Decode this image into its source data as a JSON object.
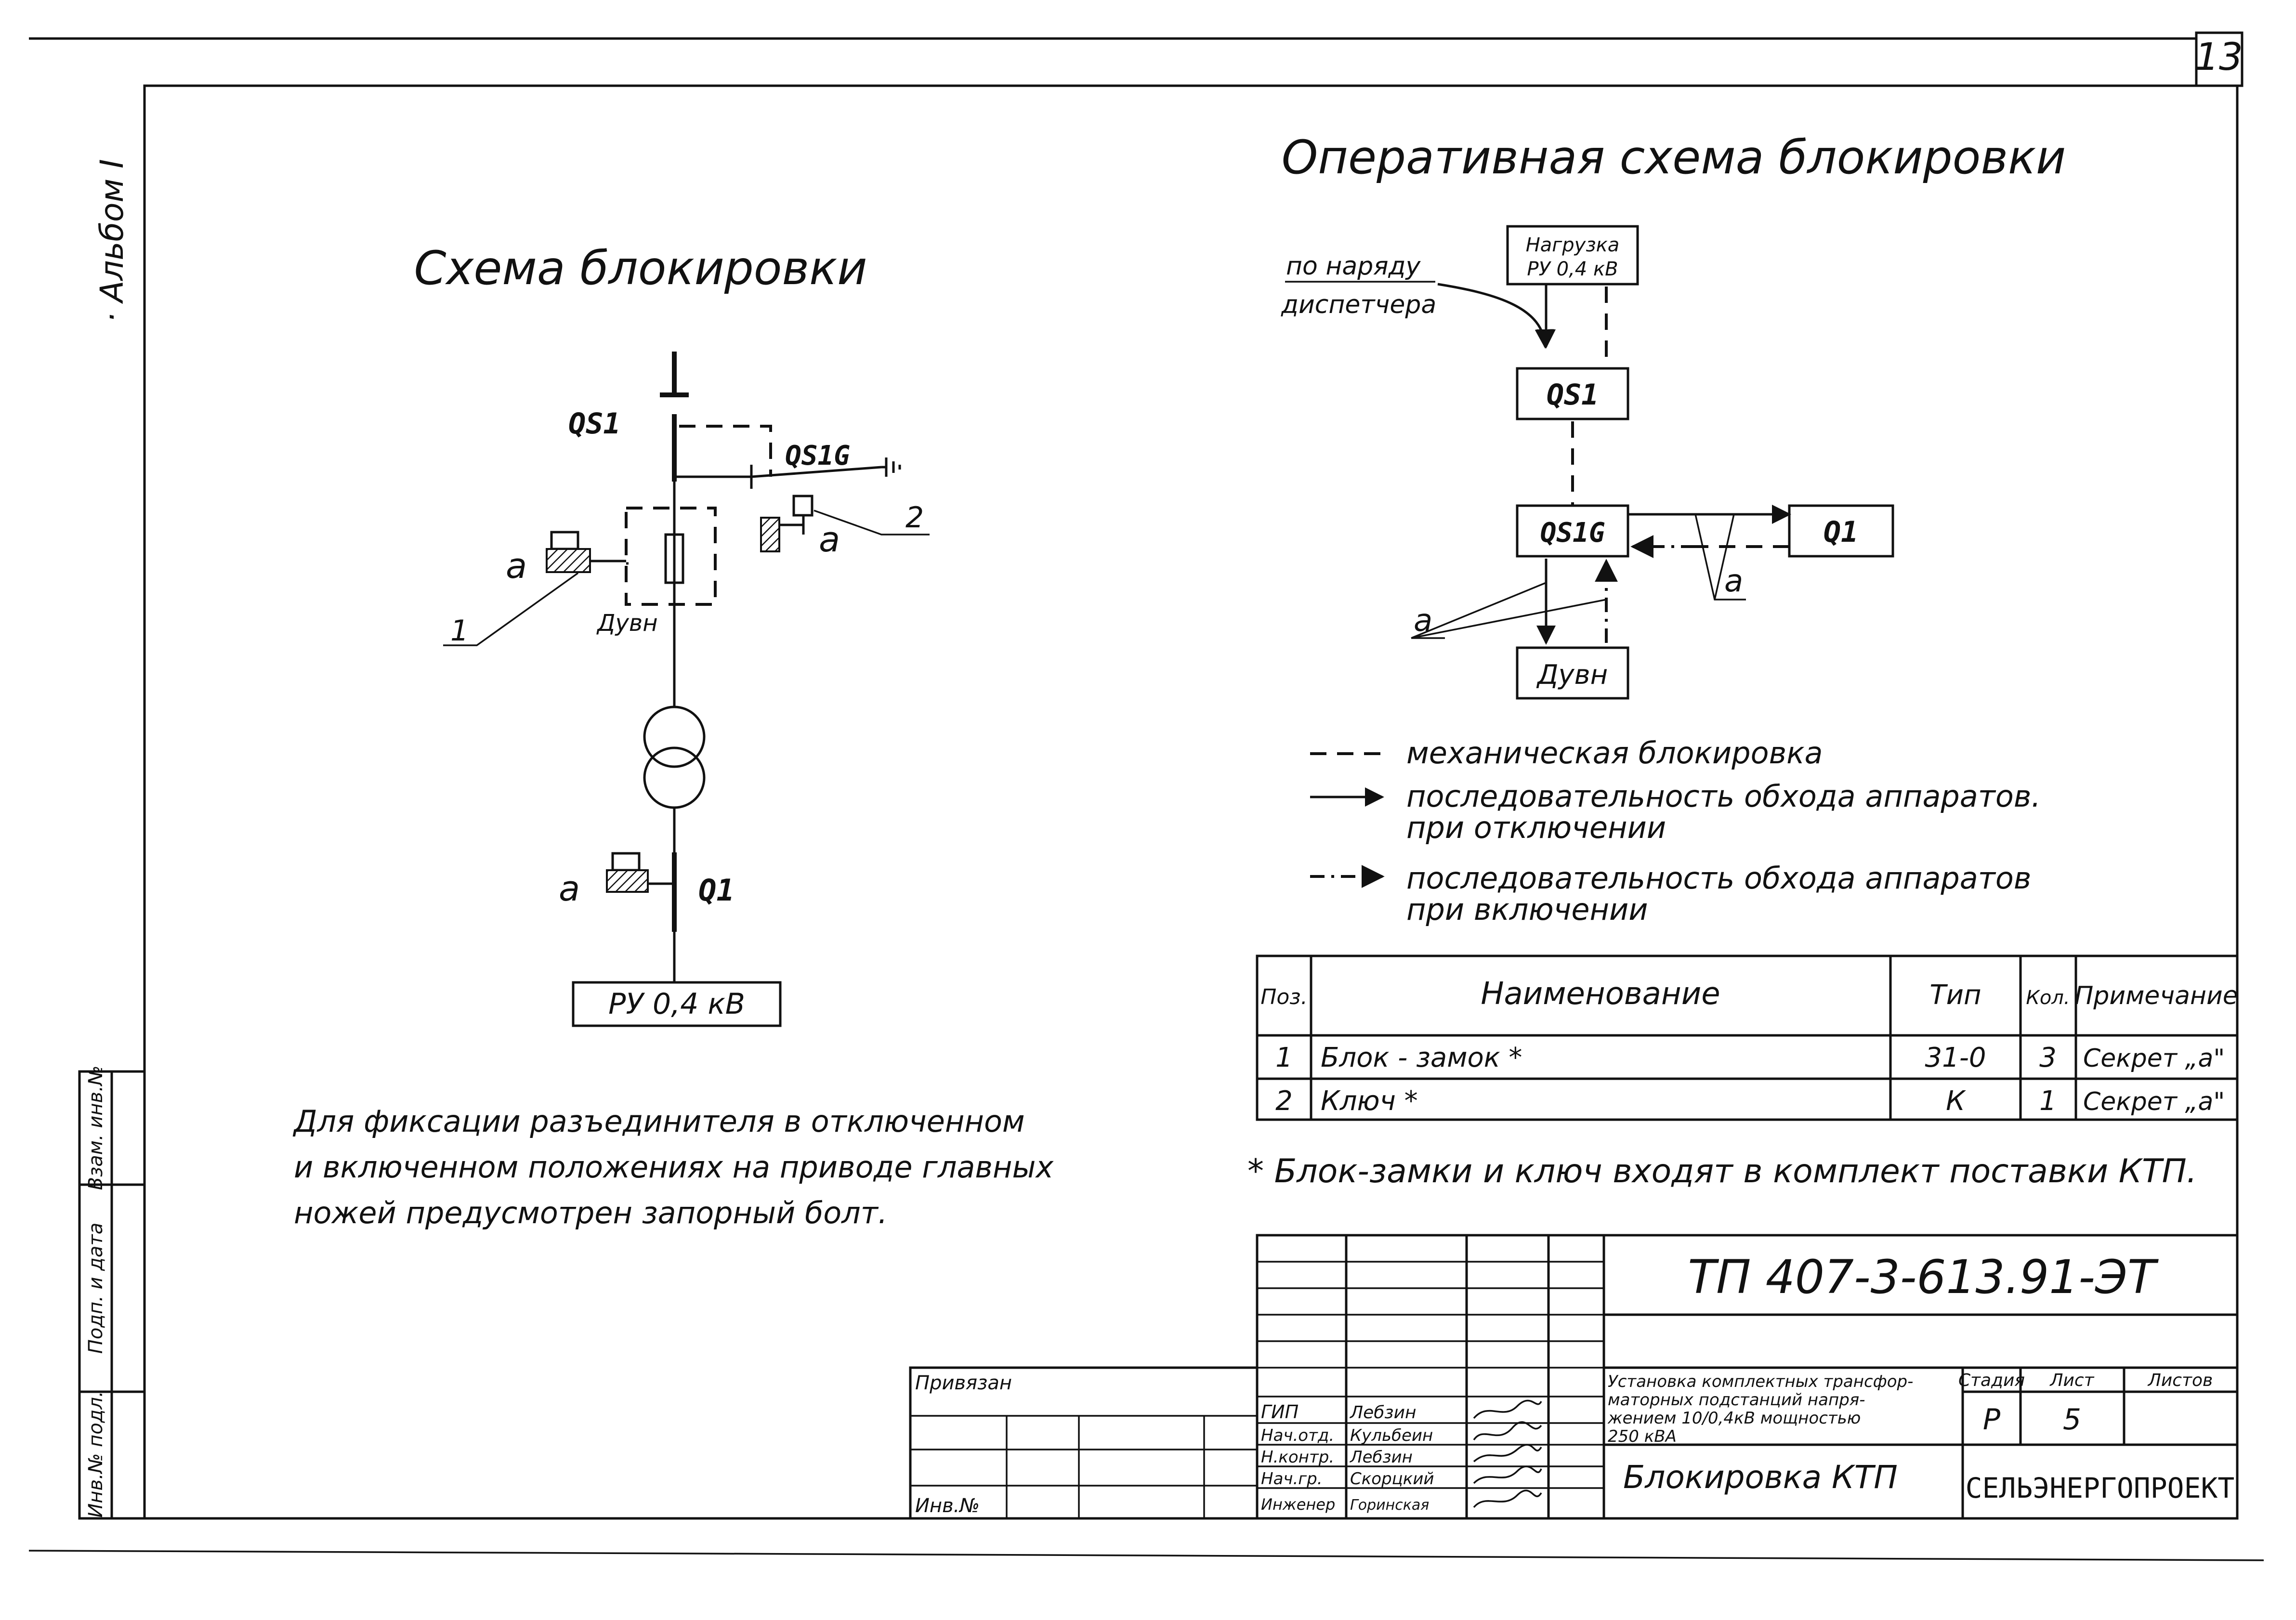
{
  "page_number": "13",
  "album_label": "· Альбом I",
  "left_strip": {
    "inv_podl": "Инв.№ подл.",
    "podp_data": "Подп. и дата",
    "vzam_inv": "Взам. инв.№"
  },
  "left_diagram": {
    "title": "Схема блокировки",
    "qs1": "QS1",
    "qs1g": "QS1G",
    "duvn": "Дувн",
    "q1": "Q1",
    "ru": "РУ 0,4 кВ",
    "a_left": "а",
    "a_right": "а",
    "a_bottom": "а",
    "callout_1": "1",
    "callout_2": "2"
  },
  "right_diagram": {
    "title": "Оперативная схема блокировки",
    "load_line1": "Нагрузка",
    "load_line2": "РУ 0,4 кВ",
    "dispatch_line1": "по наряду",
    "dispatch_line2": "диспетчера",
    "qs1": "QS1",
    "qs1g": "QS1G",
    "q1": "Q1",
    "duvn": "Дувн",
    "a_left": "а",
    "a_right": "а"
  },
  "legend": [
    {
      "style": "dashed",
      "text1": "механическая блокировка",
      "text2": ""
    },
    {
      "style": "solid-arrow",
      "text1": "последовательность обхода аппаратов.",
      "text2": "при отключении"
    },
    {
      "style": "dashdot-arrow",
      "text1": "последовательность обхода аппаратов",
      "text2": "при включении"
    }
  ],
  "spec_table": {
    "headers": [
      "Поз.",
      "Наименование",
      "Тип",
      "Кол.",
      "Примечание"
    ],
    "rows": [
      [
        "1",
        "Блок - замок *",
        "31-0",
        "3",
        "Секрет „а\""
      ],
      [
        "2",
        "Ключ *",
        "К",
        "1",
        "Секрет „а\""
      ]
    ]
  },
  "footnote": "* Блок-замки и ключ входят в комплект поставки КТП.",
  "note_left": {
    "line1": "Для фиксации разъединителя в отключенном",
    "line2": "и включенном положениях на приводе главных",
    "line3": "ножей предусмотрен запорный болт."
  },
  "title_block": {
    "doc_code": "ТП 407-3-613.91-ЭТ",
    "privyazan": "Привязан",
    "inv_no": "Инв.№",
    "roles": [
      {
        "role": "ГИП",
        "name": "Лебзин"
      },
      {
        "role": "Нач.отд.",
        "name": "Кульбеин"
      },
      {
        "role": "Н.контр.",
        "name": "Лебзин"
      },
      {
        "role": "Нач.гр.",
        "name": "Скорцкий"
      },
      {
        "role": "Инженер",
        "name": "Горинская"
      }
    ],
    "description_line1": "Установка комплектных трансфор-",
    "description_line2": "маторных подстанций напря-",
    "description_line3": "жением 10/0,4кВ мощностью",
    "description_line4": "250 кВА",
    "sheet_title": "Блокировка КТП",
    "stage_label": "Стадия",
    "sheet_label": "Лист",
    "sheets_label": "Листов",
    "stage_value": "Р",
    "sheet_value": "5",
    "organization": "СЕЛЬЭНЕРГОПРОЕКТ"
  }
}
